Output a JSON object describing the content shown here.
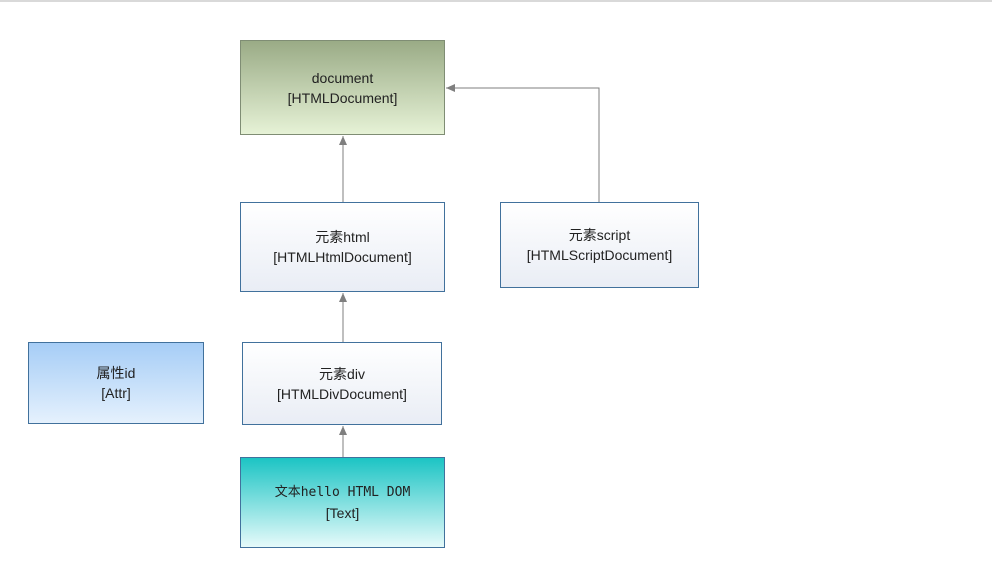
{
  "nodes": {
    "document": {
      "name": "document",
      "type": "[HTMLDocument]"
    },
    "html": {
      "name": "元素html",
      "type": "[HTMLHtmlDocument]"
    },
    "script": {
      "name": "元素script",
      "type": "[HTMLScriptDocument]"
    },
    "div": {
      "name": "元素div",
      "type": "[HTMLDivDocument]"
    },
    "attr": {
      "name": "属性id",
      "type": "[Attr]"
    },
    "text": {
      "name": "文本hello HTML DOM",
      "type": "[Text]"
    }
  },
  "edges": [
    {
      "from": "html",
      "to": "document"
    },
    {
      "from": "script",
      "to": "document"
    },
    {
      "from": "div",
      "to": "html"
    },
    {
      "from": "text",
      "to": "div"
    }
  ],
  "colors": {
    "line": "#7f7f7f",
    "document_fill": "#c8d8b4",
    "element_fill": "#eef1f7",
    "attr_fill": "#bcdaf9",
    "text_fill": "#2ccaca"
  }
}
